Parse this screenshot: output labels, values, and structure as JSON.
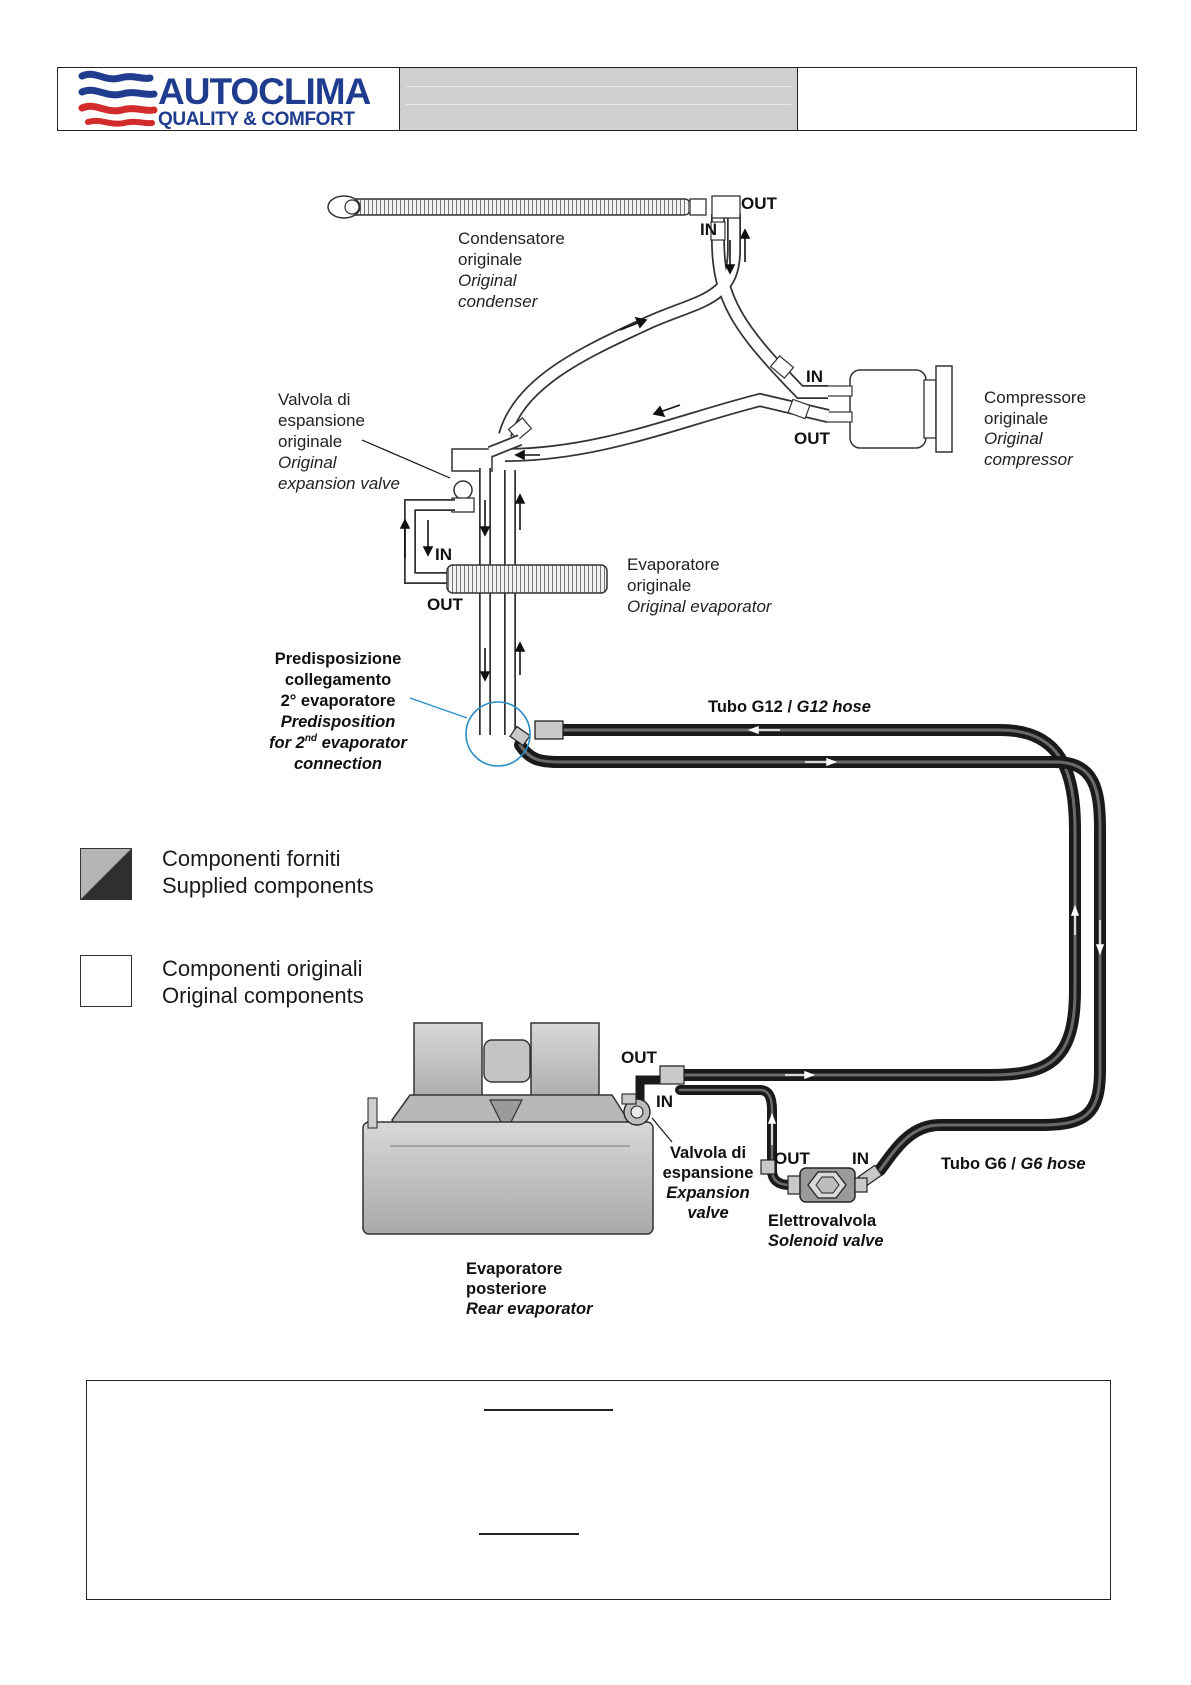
{
  "header": {
    "brand": "AUTOCLIMA",
    "tagline": "QUALITY & COMFORT",
    "logo_colors": {
      "blue": "#1f3c8f",
      "red": "#d22b2b"
    }
  },
  "diagram": {
    "condenser": {
      "it": [
        "Condensatore",
        "originale"
      ],
      "en": [
        "Original",
        "condenser"
      ]
    },
    "compressor": {
      "it": [
        "Compressore",
        "originale"
      ],
      "en": [
        "Original",
        "compressor"
      ]
    },
    "expansion_valve_original": {
      "it": [
        "Valvola di",
        "espansione",
        "originale"
      ],
      "en": [
        "Original",
        "expansion valve"
      ]
    },
    "evaporator_original": {
      "it": [
        "Evaporatore",
        "originale"
      ],
      "en": [
        "Original evaporator"
      ]
    },
    "predisposition": {
      "it": [
        "Predisposizione",
        "collegamento",
        "2° evaporatore"
      ],
      "en_a": "Predisposition",
      "en_b_pre": "for 2",
      "en_b_sup": "nd",
      "en_b_post": " evaporator",
      "en_c": "connection"
    },
    "hose_g12": {
      "it": "Tubo G12 / ",
      "en": "G12 hose"
    },
    "hose_g6": {
      "it": "Tubo G6 / ",
      "en": "G6 hose"
    },
    "expansion_valve": {
      "it": [
        "Valvola di",
        "espansione"
      ],
      "en": [
        "Expansion",
        "valve"
      ]
    },
    "solenoid_valve": {
      "it": "Elettrovalvola",
      "en": "Solenoid valve"
    },
    "rear_evaporator": {
      "it": [
        "Evaporatore",
        "posteriore"
      ],
      "en": "Rear evaporator"
    },
    "ports": {
      "out": "OUT",
      "in": "IN"
    }
  },
  "legend": [
    {
      "it": "Componenti forniti",
      "en": "Supplied components",
      "style": "supplied"
    },
    {
      "it": "Componenti originali",
      "en": "Original components",
      "style": "original"
    }
  ]
}
